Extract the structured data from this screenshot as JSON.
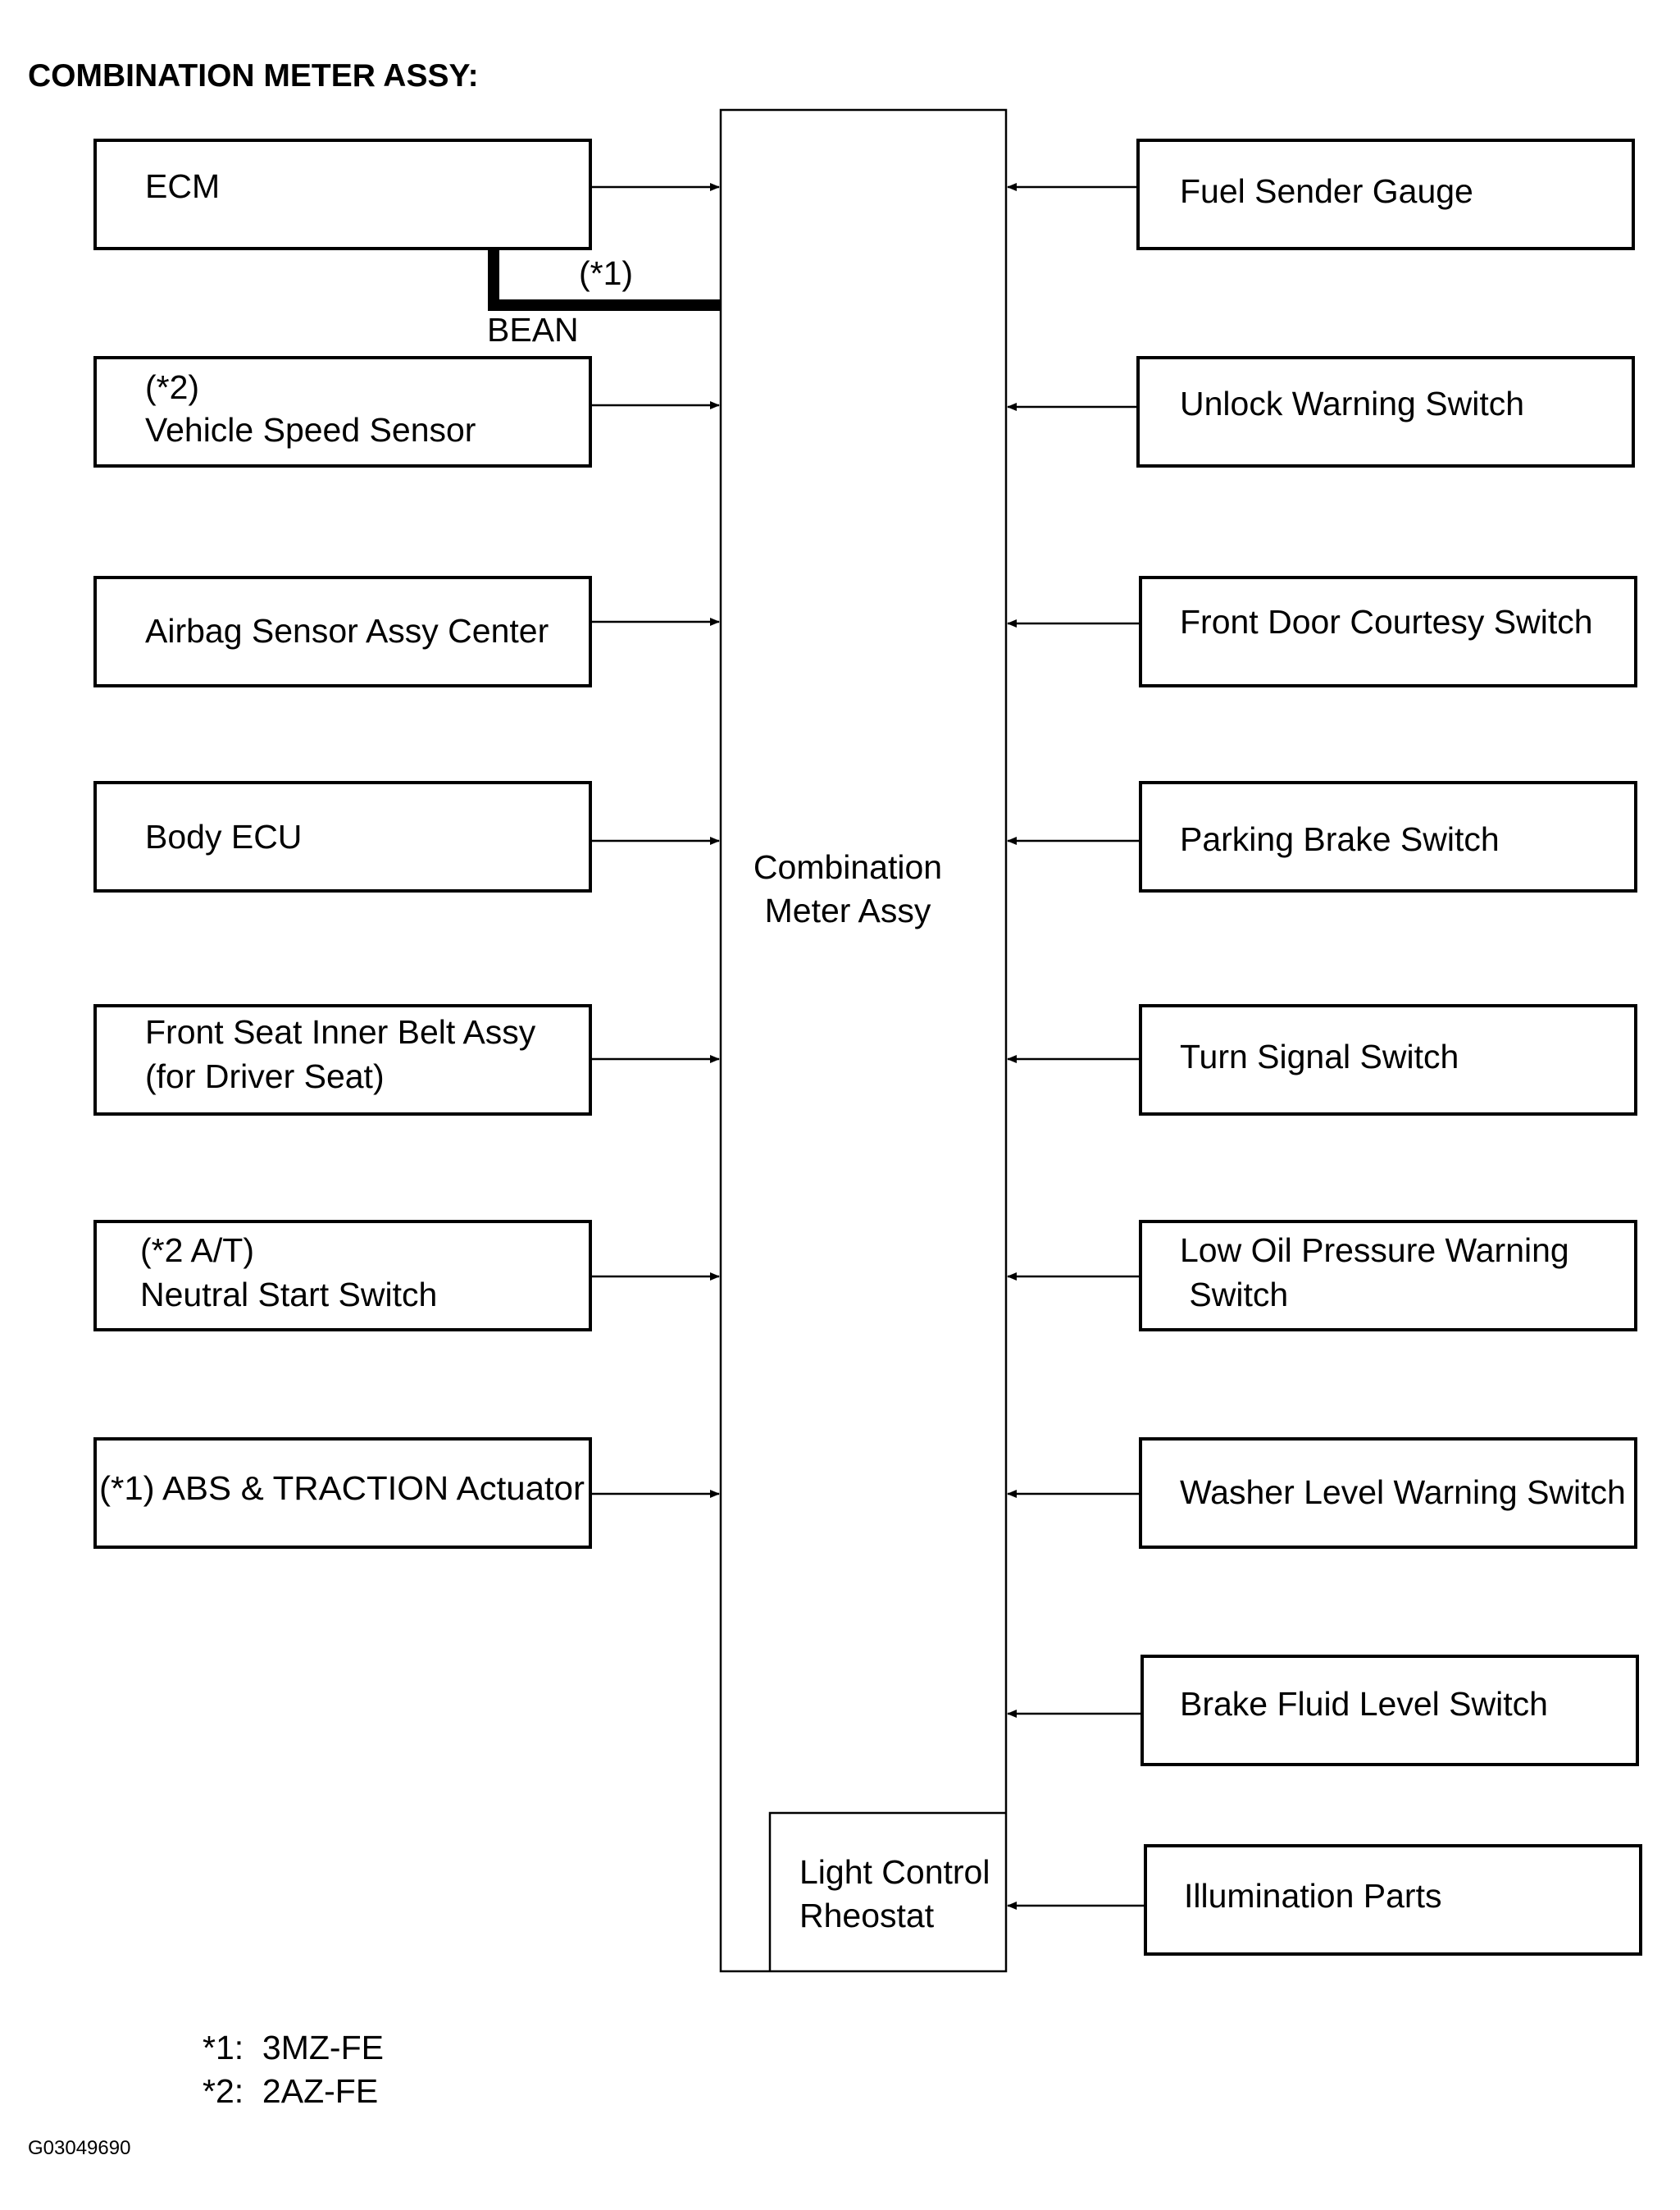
{
  "title": "COMBINATION METER ASSY:",
  "center_box": {
    "line1": "Combination",
    "line2": "Meter Assy"
  },
  "rheostat_box": {
    "line1": "Light Control",
    "line2": "Rheostat"
  },
  "bean": {
    "tag": "(*1)",
    "label": "BEAN"
  },
  "left_blocks": [
    {
      "line1": "ECM",
      "line2": ""
    },
    {
      "line1": "(*2)",
      "line2": "Vehicle Speed Sensor"
    },
    {
      "line1": "Airbag Sensor Assy Center",
      "line2": ""
    },
    {
      "line1": "Body ECU",
      "line2": ""
    },
    {
      "line1": "Front Seat Inner Belt Assy",
      "line2": "(for Driver Seat)"
    },
    {
      "line1": "(*2 A/T)",
      "line2": "Neutral Start Switch"
    },
    {
      "line1": "(*1) ABS & TRACTION Actuator",
      "line2": ""
    }
  ],
  "right_blocks": [
    {
      "line1": "Fuel Sender Gauge",
      "line2": ""
    },
    {
      "line1": "Unlock Warning Switch",
      "line2": ""
    },
    {
      "line1": "Front Door Courtesy Switch",
      "line2": ""
    },
    {
      "line1": "Parking Brake Switch",
      "line2": ""
    },
    {
      "line1": "Turn Signal Switch",
      "line2": ""
    },
    {
      "line1": "Low Oil Pressure Warning",
      "line2": " Switch"
    },
    {
      "line1": "Washer Level Warning Switch",
      "line2": ""
    },
    {
      "line1": "Brake Fluid Level Switch",
      "line2": ""
    },
    {
      "line1": "Illumination Parts",
      "line2": ""
    }
  ],
  "notes": [
    "*1:  3MZ-FE",
    "*2:  2AZ-FE"
  ],
  "figure_id": "G03049690"
}
